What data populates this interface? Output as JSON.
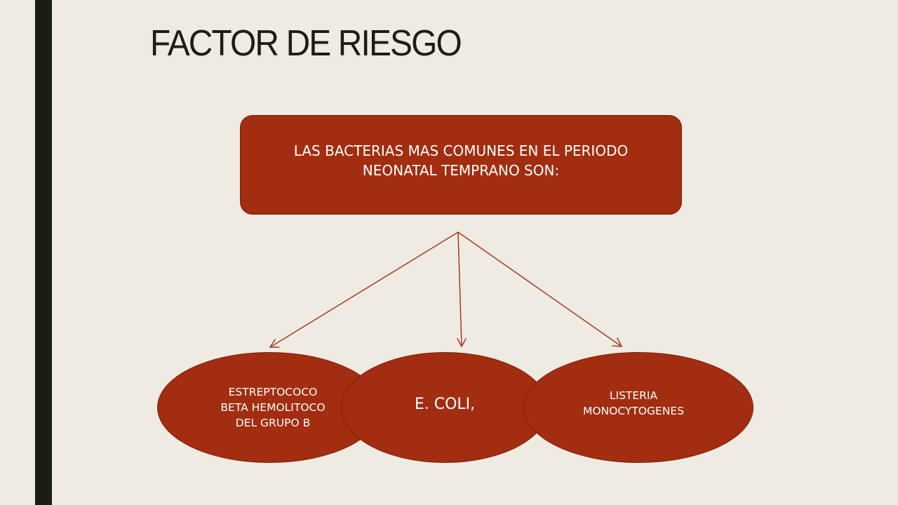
{
  "slide": {
    "title": "FACTOR DE RIESGO"
  },
  "diagram": {
    "root": {
      "lines": [
        "LAS BACTERIAS MAS COMUNES EN EL PERIODO",
        "NEONATAL TEMPRANO SON:"
      ]
    },
    "children": [
      {
        "lines": [
          "ESTREPTOCOCO",
          "BETA HEMOLITOCO",
          "DEL GRUPO B"
        ]
      },
      {
        "lines": [
          "E. COLI,"
        ]
      },
      {
        "lines": [
          "LISTERIA",
          "MONOCYTOGENES"
        ]
      }
    ]
  },
  "colors": {
    "background": "#f0ebe2",
    "accent_bar": "#1b1d14",
    "shape_fill": "#a22d10",
    "shape_border": "#7e210b",
    "arrow": "#a13a1e",
    "text_on_shape": "#ffffff"
  }
}
